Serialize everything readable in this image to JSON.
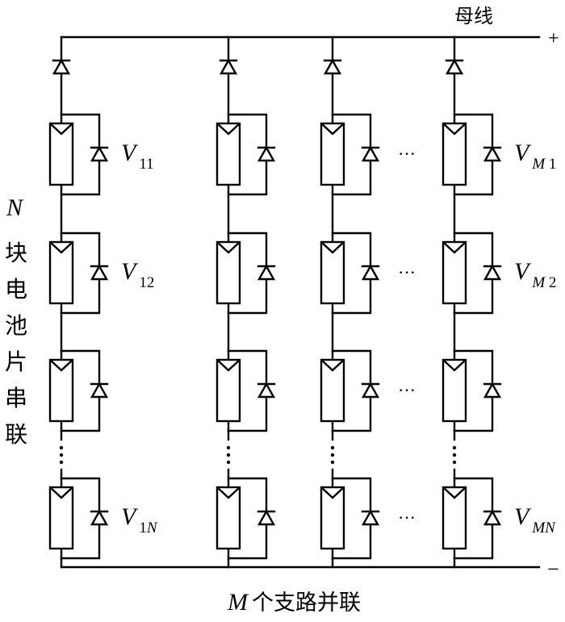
{
  "diagram": {
    "title": "PV array: M parallel branches of N series cells with bypass and blocking diodes",
    "bus_label": "母线",
    "positive_terminal": "+",
    "negative_terminal": "−",
    "left_label": {
      "variable": "N",
      "chars": [
        "块",
        "电",
        "池",
        "片",
        "串",
        "联"
      ]
    },
    "bottom_label": {
      "variable": "M",
      "text": "个支路并联"
    },
    "columns": [
      {
        "id": "branch-1",
        "labels": [
          {
            "row": 0,
            "main": "V",
            "sub": "11"
          },
          {
            "row": 1,
            "main": "V",
            "sub": "12"
          },
          {
            "row": 3,
            "main": "V",
            "sub": "1N"
          }
        ]
      },
      {
        "id": "branch-2",
        "labels": []
      },
      {
        "id": "branch-3",
        "labels": []
      },
      {
        "id": "branch-M",
        "labels": [
          {
            "row": 0,
            "main": "V",
            "sub": "M 1"
          },
          {
            "row": 1,
            "main": "V",
            "sub": "M 2"
          },
          {
            "row": 3,
            "main": "V",
            "sub": "MN"
          }
        ]
      }
    ],
    "rows_shown": 4,
    "vertical_ellipsis_after_row": 2,
    "horizontal_ellipsis_rows": [
      0,
      1,
      2,
      3
    ],
    "horizontal_ellipsis": "···",
    "components": {
      "cell": "solar-cell",
      "bypass": "bypass-diode",
      "blocking": "blocking-diode"
    }
  }
}
